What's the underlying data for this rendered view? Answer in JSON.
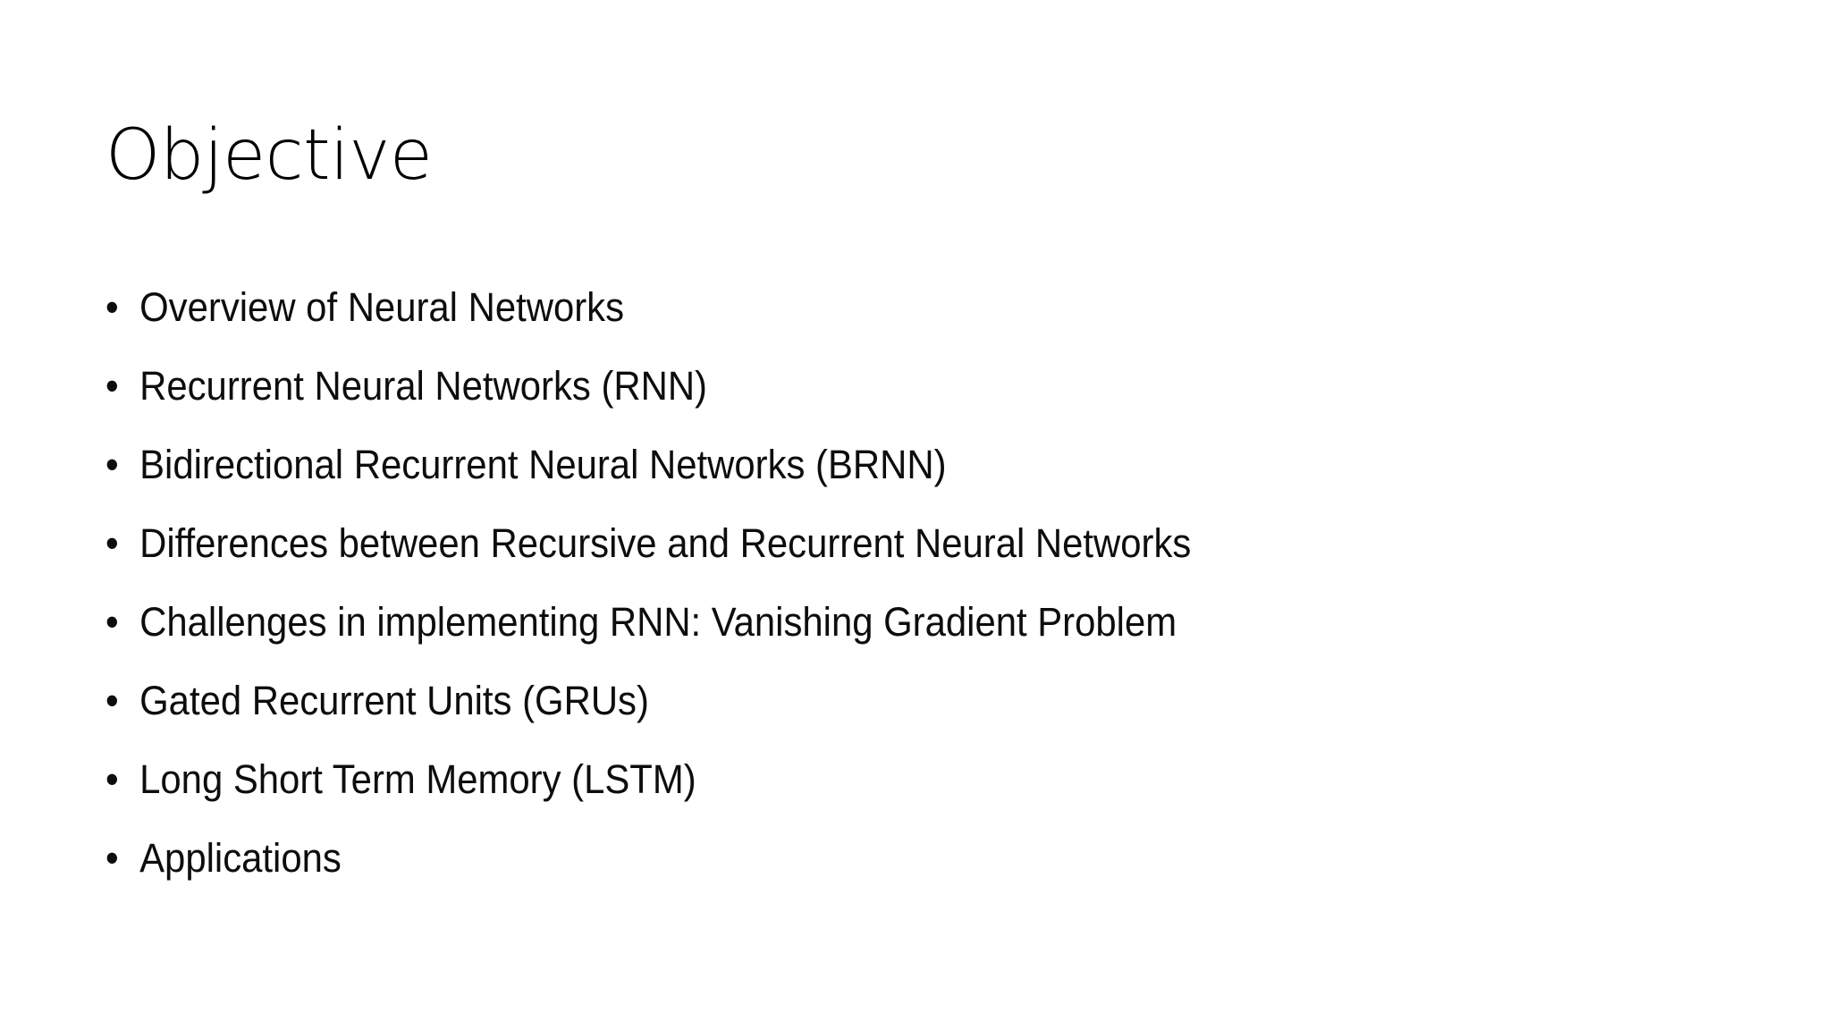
{
  "slide": {
    "title": "Objective",
    "background_color": "#ffffff",
    "text_color": "#000000",
    "bullet_glyph": "•",
    "bullets": [
      {
        "text": "Overview of Neural Networks"
      },
      {
        "text": "Recurrent Neural Networks (RNN)"
      },
      {
        "text": "Bidirectional Recurrent Neural Networks (BRNN)"
      },
      {
        "text": "Differences between Recursive and Recurrent Neural Networks"
      },
      {
        "text": "Challenges in implementing RNN: Vanishing Gradient Problem"
      },
      {
        "text": "Gated Recurrent Units (GRUs)"
      },
      {
        "text": "Long Short Term Memory (LSTM)"
      },
      {
        "text": "Applications"
      }
    ]
  }
}
